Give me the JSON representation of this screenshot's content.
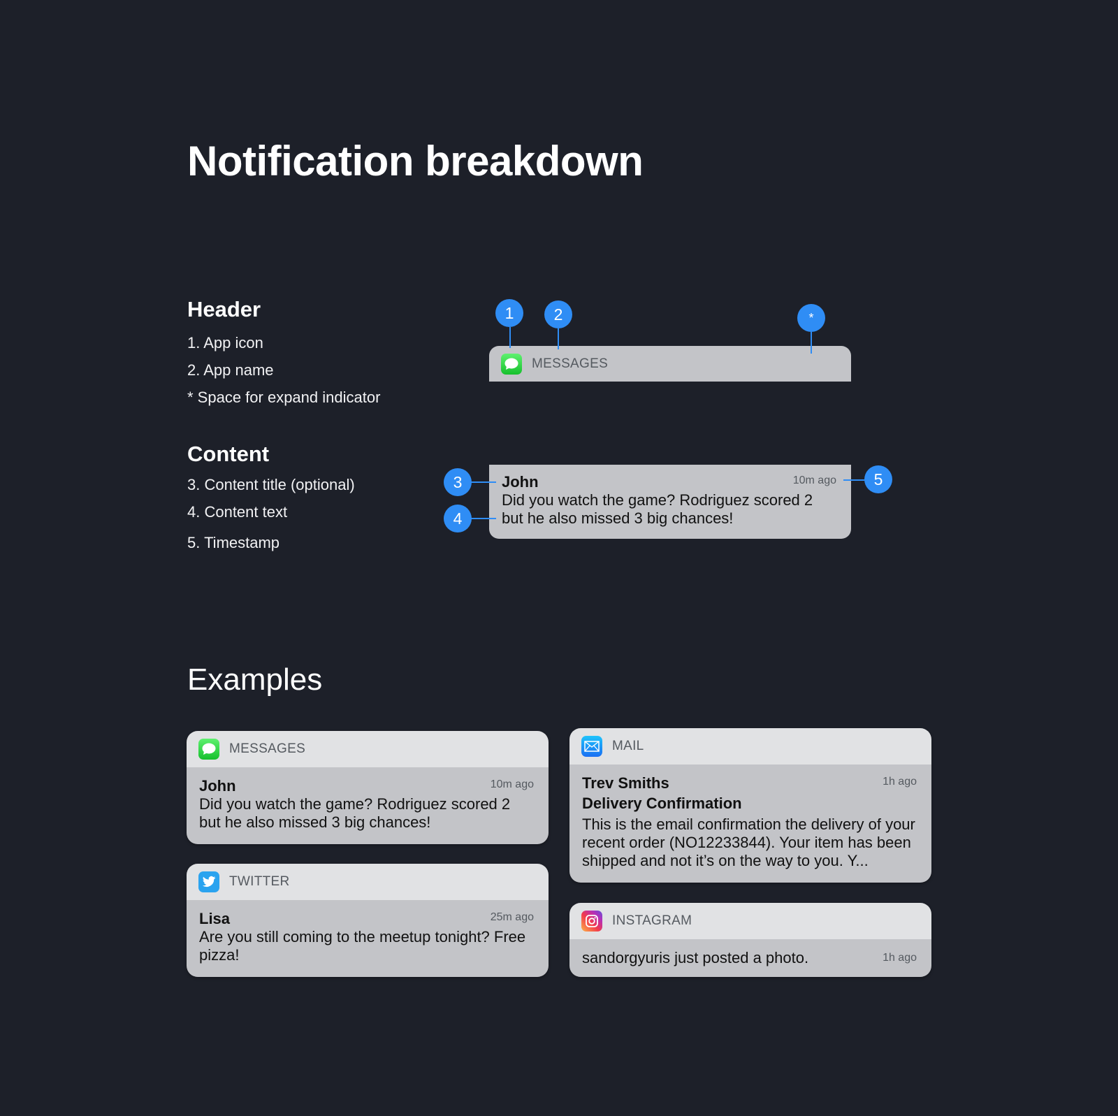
{
  "title": "Notification breakdown",
  "legend": {
    "header": {
      "heading": "Header",
      "items": [
        "1. App icon",
        "2. App name",
        "* Space for expand indicator"
      ]
    },
    "content": {
      "heading": "Content",
      "items": [
        "3. Content title (optional)",
        "4. Content text",
        "5. Timestamp"
      ]
    }
  },
  "breakdown": {
    "badges": [
      "1",
      "2",
      "*",
      "3",
      "4",
      "5"
    ],
    "app_name": "MESSAGES",
    "title": "John",
    "text": "Did you watch the game? Rodriguez scored 2 but he also missed 3 big chances!",
    "timestamp": "10m ago"
  },
  "examples_heading": "Examples",
  "examples": [
    {
      "app": "MESSAGES",
      "icon": "messages-icon",
      "title": "John",
      "text": "Did you watch the game? Rodriguez scored 2 but he also missed 3 big chances!",
      "timestamp": "10m ago"
    },
    {
      "app": "TWITTER",
      "icon": "twitter-icon",
      "title": "Lisa",
      "text": "Are you still coming to the meetup tonight? Free pizza!",
      "timestamp": "25m ago"
    },
    {
      "app": "MAIL",
      "icon": "mail-icon",
      "title": "Trev Smiths",
      "subtitle": "Delivery Confirmation",
      "text": "This is the email confirmation the delivery of your recent order (NO12233844). Your item has been shipped and not it’s on the way to you. Y...",
      "timestamp": "1h ago"
    },
    {
      "app": "INSTAGRAM",
      "icon": "instagram-icon",
      "text": "sandorgyuris just posted a photo.",
      "timestamp": "1h ago"
    }
  ],
  "colors": {
    "background": "#1d2029",
    "accent": "#2f8df5",
    "card_header": "#e1e2e4",
    "card_body": "#c3c4c8"
  }
}
